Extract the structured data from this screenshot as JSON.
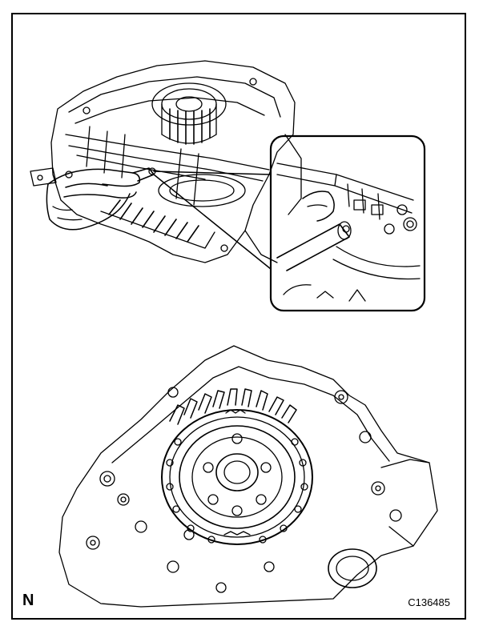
{
  "figure": {
    "orientation_label": "N",
    "figure_id": "C136485"
  },
  "illustrations": [
    {
      "id": "transaxle-top-view",
      "icon": "transaxle-case-line-drawing"
    },
    {
      "id": "detail-callout",
      "icon": "air-nozzle-in-oil-hole-detail"
    },
    {
      "id": "transaxle-front-view",
      "icon": "case-with-clutch-drum-line-drawing"
    }
  ],
  "colors": {
    "line": "#000000",
    "background": "#ffffff"
  }
}
